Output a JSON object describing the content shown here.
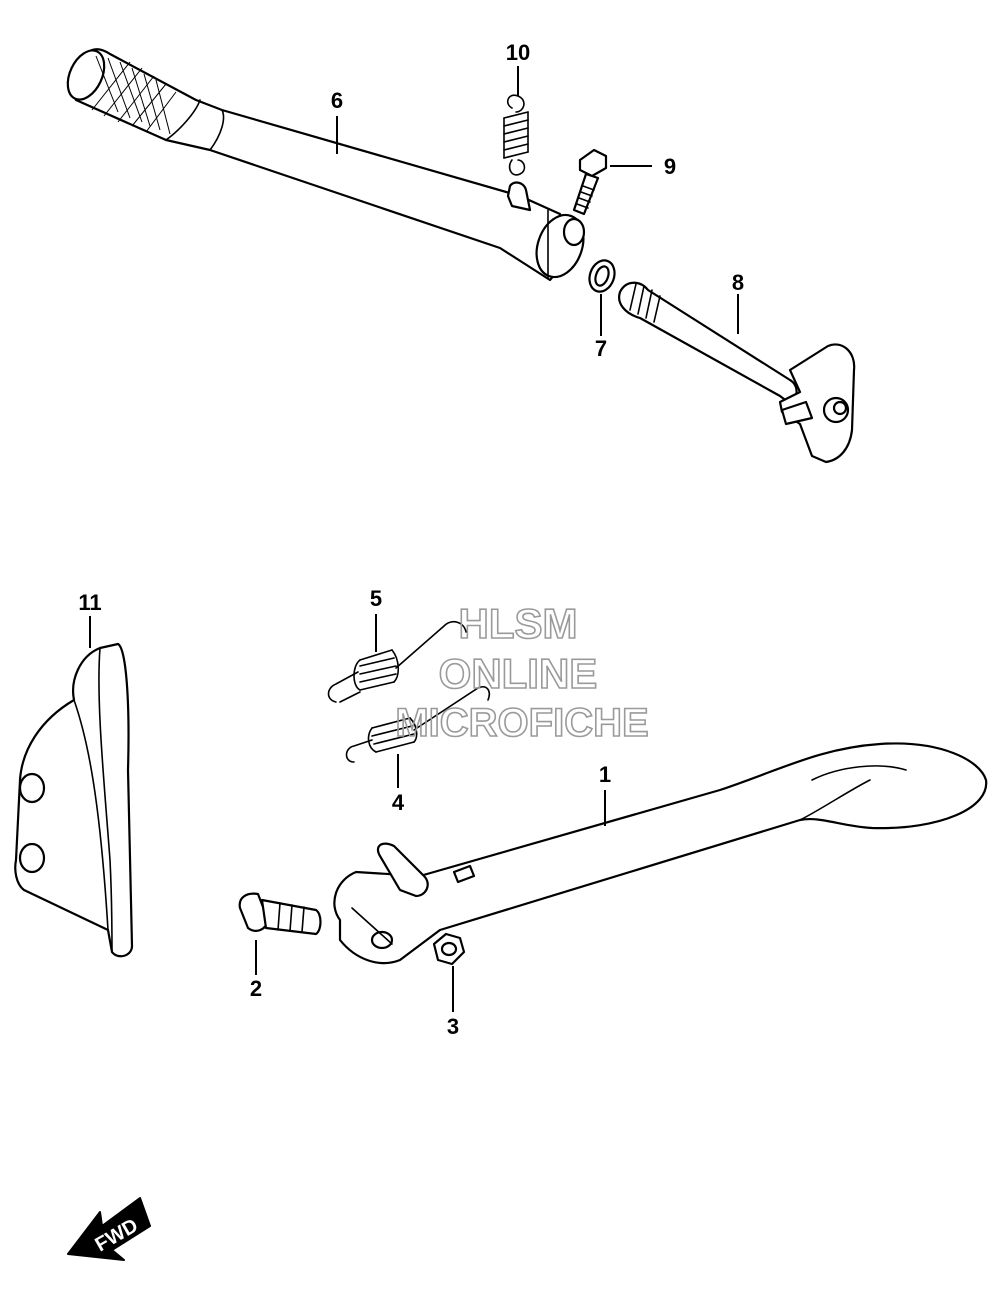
{
  "callouts": {
    "c1": "1",
    "c2": "2",
    "c3": "3",
    "c4": "4",
    "c5": "5",
    "c6": "6",
    "c7": "7",
    "c8": "8",
    "c9": "9",
    "c10": "10",
    "c11": "11"
  },
  "watermark": {
    "line1": "HLSM",
    "line2": "ONLINE",
    "line3": "MICROFICHE"
  },
  "direction_label": "FWD"
}
